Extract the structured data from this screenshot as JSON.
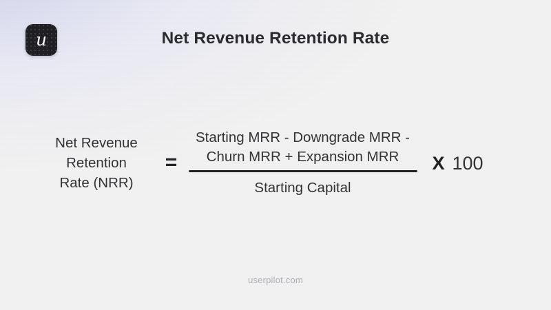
{
  "brand": {
    "logo_glyph": "u",
    "logo_icon_name": "userpilot-logo-icon",
    "logo_bg_color": "#202024",
    "footer": "userpilot.com"
  },
  "header": {
    "title": "Net Revenue Retention Rate"
  },
  "formula": {
    "lhs_lines": [
      "Net Revenue",
      "Retention",
      "Rate (NRR)"
    ],
    "equals": "=",
    "numerator_lines": [
      "Starting MRR - Downgrade MRR -",
      "Churn MRR + Expansion MRR"
    ],
    "denominator": "Starting Capital",
    "multiply_symbol": "X",
    "multiply_value": "100"
  },
  "theme": {
    "background_start": "#d3d6ea",
    "background_end": "#f2f2f2",
    "text_color": "#333336",
    "title_color": "#2b2b30",
    "rule_color": "#222226",
    "footer_color": "#adadb4"
  }
}
